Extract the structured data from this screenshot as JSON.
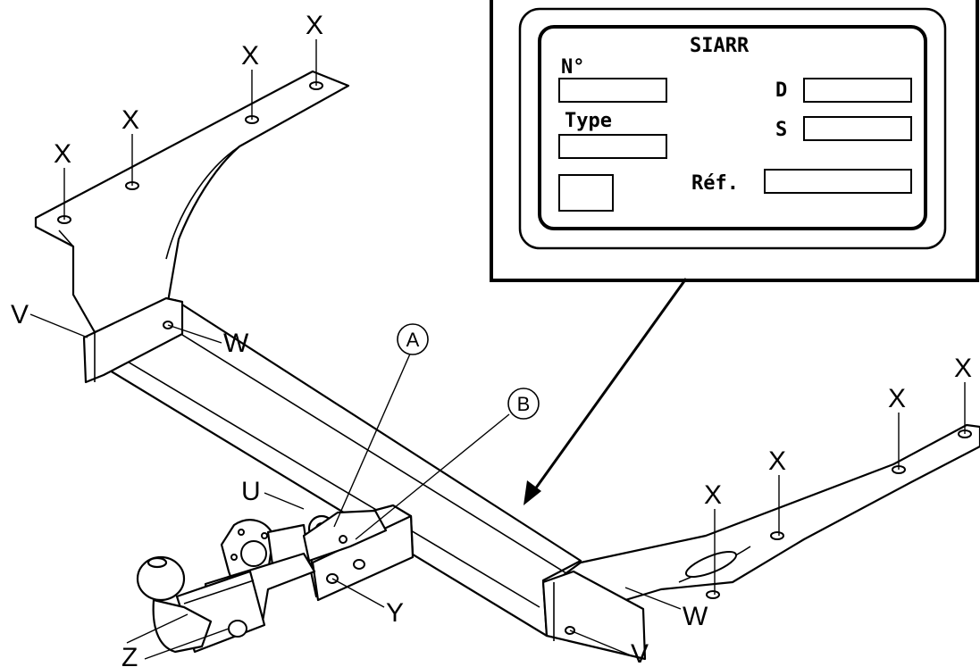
{
  "plate": {
    "brand": "SIARR",
    "number_label": "N°",
    "type_label": "Type",
    "d_label": "D",
    "s_label": "S",
    "ref_label": "Réf."
  },
  "callouts": {
    "x": "X",
    "v": "V",
    "w": "W",
    "u": "U",
    "y": "Y",
    "z": "Z",
    "a": "A",
    "b": "B"
  },
  "colors": {
    "line": "#000000",
    "background": "#ffffff"
  }
}
